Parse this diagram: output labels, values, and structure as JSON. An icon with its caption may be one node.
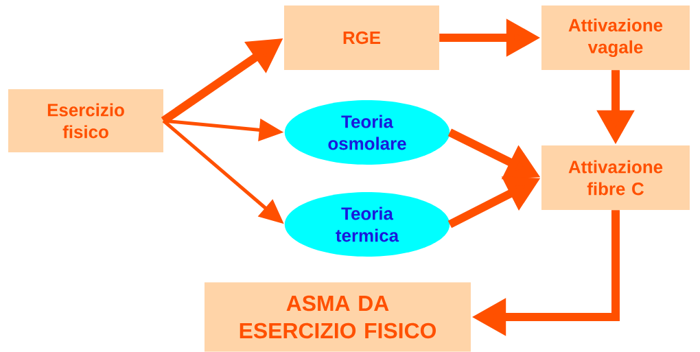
{
  "diagram": {
    "nodes": [
      {
        "text": [
          "Esercizio fisico"
        ]
      },
      {
        "text": [
          "RGE"
        ]
      },
      {
        "text": [
          "Teoria osmolare"
        ]
      },
      {
        "text": [
          "Teoria termica"
        ]
      },
      {
        "text": [
          "Attivazione vagale"
        ]
      },
      {
        "text": [
          "Attivazione fibre C"
        ]
      },
      {
        "text": [
          "ASMA DA ESERCIZIO FISICO"
        ]
      }
    ],
    "edges": [
      {
        "from": 0,
        "to": 1,
        "arrow": "to"
      },
      {
        "from": 0,
        "to": 2,
        "arrow": "to"
      },
      {
        "from": 0,
        "to": 3,
        "arrow": "to"
      },
      {
        "from": 1,
        "to": 4,
        "arrow": "to"
      },
      {
        "from": 2,
        "to": 5,
        "arrow": "to"
      },
      {
        "from": 3,
        "to": 5,
        "arrow": "to"
      },
      {
        "from": 4,
        "to": 5,
        "arrow": "to"
      },
      {
        "from": 5,
        "to": 6,
        "arrow": "to"
      }
    ]
  }
}
